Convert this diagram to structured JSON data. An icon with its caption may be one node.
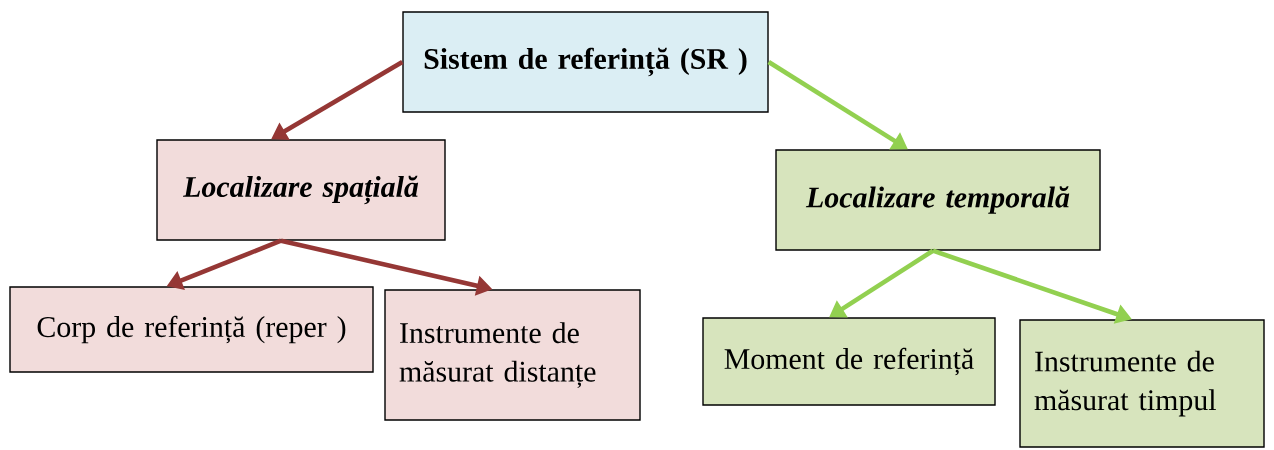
{
  "diagram": {
    "nodes": [
      {
        "text": [
          "Sistem de referință (SR )"
        ]
      },
      {
        "text": [
          "Localizare spațială"
        ]
      },
      {
        "text": [
          "Localizare temporală"
        ]
      },
      {
        "text": [
          "Corp de referință (reper )"
        ]
      },
      {
        "text": [
          "Instrumente de măsurat distanțe"
        ]
      },
      {
        "text": [
          "Moment de referință"
        ]
      },
      {
        "text": [
          "Instrumente de măsurat timpul"
        ]
      }
    ],
    "edges": [
      {
        "from": 0,
        "to": 1,
        "arrow": "to",
        "color": "#953735"
      },
      {
        "from": 0,
        "to": 2,
        "arrow": "to",
        "color": "#92d050"
      },
      {
        "from": 1,
        "to": 3,
        "arrow": "to",
        "color": "#953735"
      },
      {
        "from": 1,
        "to": 4,
        "arrow": "to",
        "color": "#953735"
      },
      {
        "from": 2,
        "to": 5,
        "arrow": "to",
        "color": "#92d050"
      },
      {
        "from": 2,
        "to": 6,
        "arrow": "to",
        "color": "#92d050"
      }
    ]
  }
}
